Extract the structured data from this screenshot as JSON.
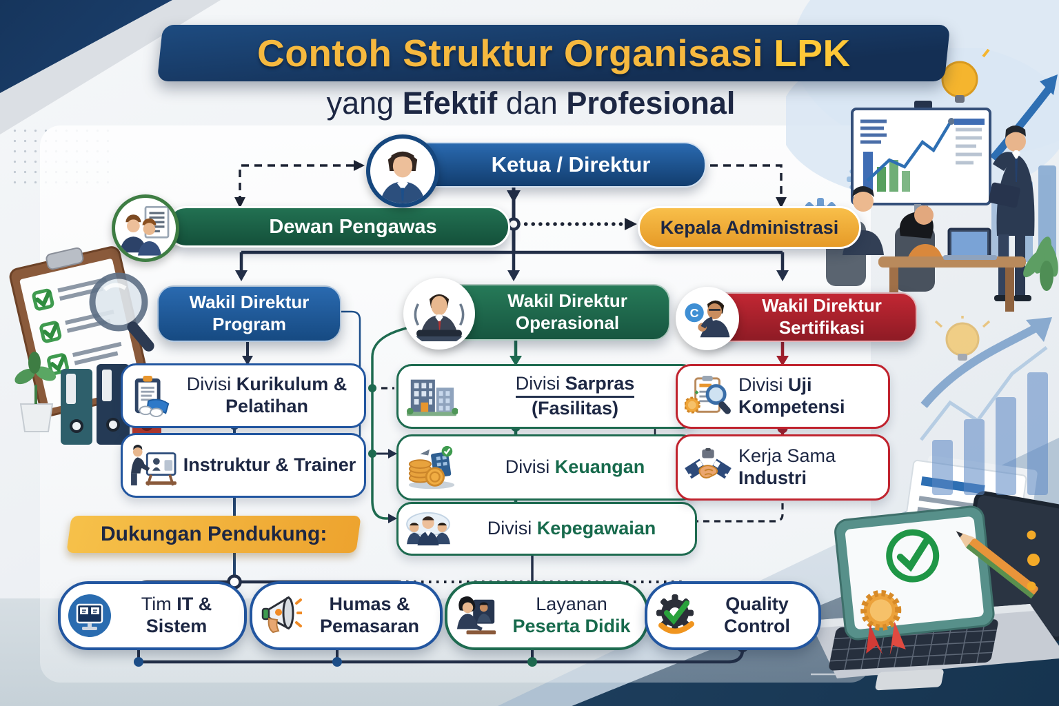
{
  "title": {
    "main": "Contoh Struktur Organisasi",
    "highlight": "LPK"
  },
  "subtitle": {
    "w1": "yang ",
    "w2": "Efektif",
    "w3": " dan ",
    "w4": "Profesional"
  },
  "org": {
    "ketua": {
      "label": "Ketua / Direktur",
      "icon": "director-avatar"
    },
    "dewan": {
      "label": "Dewan Pengawas",
      "icon": "board-avatar"
    },
    "kepala": {
      "label": "Kepala Administrasi"
    },
    "wakil_program": {
      "line1": "Wakil Direktur",
      "line2": "Program"
    },
    "wakil_operasional": {
      "line1": "Wakil Direktur",
      "line2": "Operasional",
      "icon": "manager-avatar"
    },
    "wakil_sertifikasi": {
      "line1": "Wakil Direktur",
      "line2": "Sertifikasi",
      "icon": "certifier-avatar"
    },
    "divisions": {
      "kurikulum": {
        "pre": "Divisi ",
        "bold": "Kurikulum & Pelatihan",
        "icon": "curriculum-clipboard"
      },
      "instruktur": {
        "bold": "Instruktur & Trainer",
        "icon": "trainer-presentation"
      },
      "sarpras": {
        "pre": "Divisi ",
        "bold": "Sarpras",
        "line2": "(Fasilitas)",
        "icon": "facility-building"
      },
      "keuangan": {
        "pre": "Divisi ",
        "bold": "Keuangan",
        "icon": "finance-coins"
      },
      "kepegawaian": {
        "pre": "Divisi ",
        "bold": "Kepegawaian",
        "icon": "staff-group"
      },
      "uji": {
        "pre": "Divisi ",
        "bold": "Uji Kompetensi",
        "icon": "exam-checklist"
      },
      "kerjasama": {
        "pre": "Kerja Sama ",
        "bold": "Industri",
        "icon": "handshake"
      }
    },
    "support_label": "Dukungan Pendukung:",
    "support": [
      {
        "pre": "Tim ",
        "bold": "IT & Sistem",
        "icon": "it-monitor"
      },
      {
        "pre": "",
        "bold": "Humas & Pemasaran",
        "icon": "megaphone"
      },
      {
        "pre": "Layanan ",
        "bold": "Peserta Didik",
        "icon": "student-service"
      },
      {
        "pre": "",
        "bold": "Quality Control",
        "icon": "quality-gear-check"
      }
    ]
  },
  "colors": {
    "banner_navy": "#142f54",
    "title_gold": "#f6b93f",
    "blue": "#1d4f8a",
    "green": "#1e6b50",
    "red": "#a31f2c",
    "orange_pill": "#f0a63a",
    "support_gold": "#f2b844",
    "text_dark": "#1d2743",
    "accent_green_text": "#176a4c",
    "connector": "#232f48"
  }
}
